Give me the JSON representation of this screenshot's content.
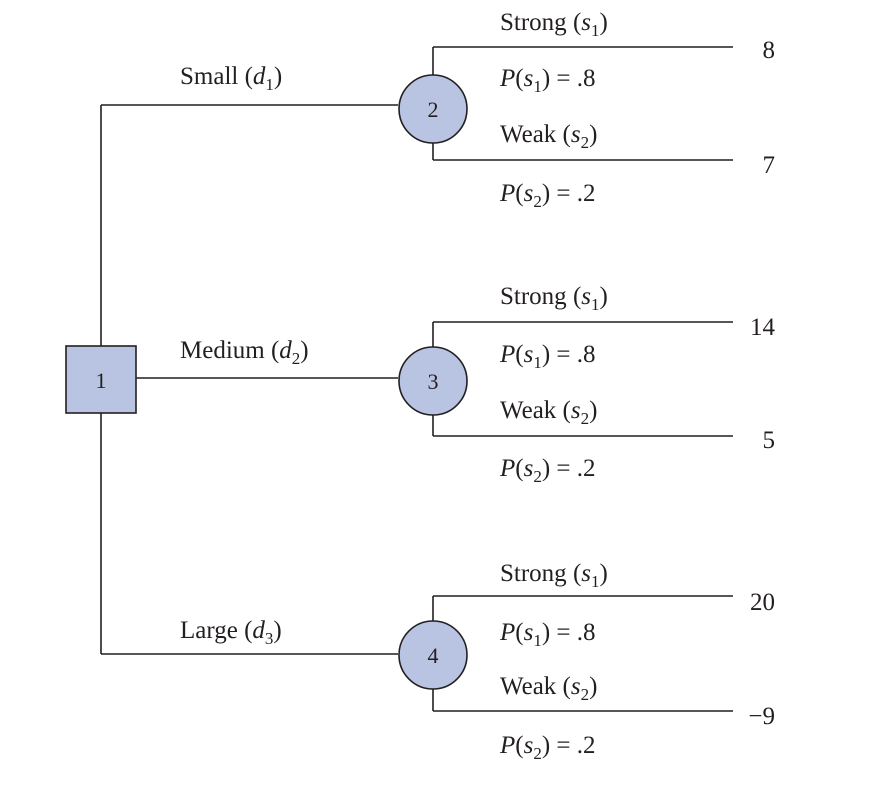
{
  "decision_node": {
    "label": "1"
  },
  "branches": [
    {
      "decision": {
        "name": "Small",
        "sym": "d",
        "idx": "1"
      },
      "chance_node": "2",
      "strong": {
        "name": "Strong",
        "sym": "s",
        "idx": "1",
        "prob": ".8",
        "payoff": "8"
      },
      "weak": {
        "name": "Weak",
        "sym": "s",
        "idx": "2",
        "prob": ".2",
        "payoff": "7"
      }
    },
    {
      "decision": {
        "name": "Medium",
        "sym": "d",
        "idx": "2"
      },
      "chance_node": "3",
      "strong": {
        "name": "Strong",
        "sym": "s",
        "idx": "1",
        "prob": ".8",
        "payoff": "14"
      },
      "weak": {
        "name": "Weak",
        "sym": "s",
        "idx": "2",
        "prob": ".2",
        "payoff": "5"
      }
    },
    {
      "decision": {
        "name": "Large",
        "sym": "d",
        "idx": "3"
      },
      "chance_node": "4",
      "strong": {
        "name": "Strong",
        "sym": "s",
        "idx": "1",
        "prob": ".8",
        "payoff": "20"
      },
      "weak": {
        "name": "Weak",
        "sym": "s",
        "idx": "2",
        "prob": ".2",
        "payoff": "−9"
      }
    }
  ]
}
